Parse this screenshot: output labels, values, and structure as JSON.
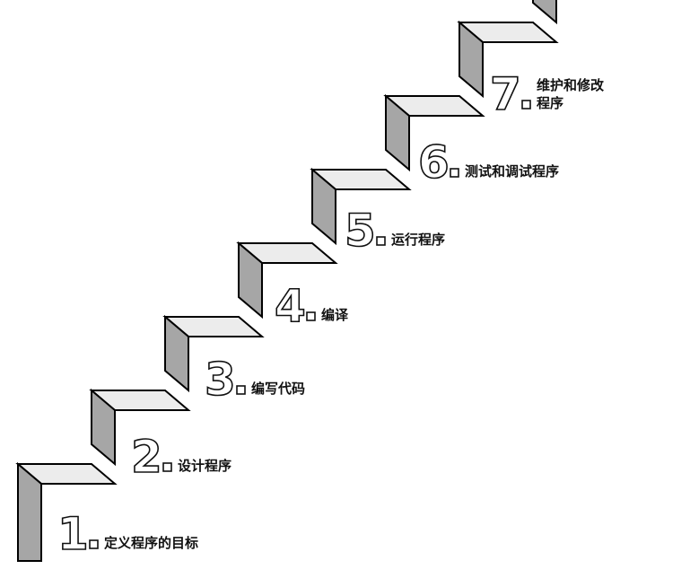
{
  "colors": {
    "riser": "#a6a6a6",
    "tread": "#ececec",
    "outline": "#000000",
    "text": "#111111",
    "background": "#ffffff"
  },
  "steps": [
    {
      "number": "1",
      "label_lines": [
        "定义程序的目标"
      ]
    },
    {
      "number": "2",
      "label_lines": [
        "设计程序"
      ]
    },
    {
      "number": "3",
      "label_lines": [
        "编写代码"
      ]
    },
    {
      "number": "4",
      "label_lines": [
        "编译"
      ]
    },
    {
      "number": "5",
      "label_lines": [
        "运行程序"
      ]
    },
    {
      "number": "6",
      "label_lines": [
        "测试和调试程序"
      ]
    },
    {
      "number": "7",
      "label_lines": [
        "维护和修改",
        "程序"
      ]
    }
  ]
}
